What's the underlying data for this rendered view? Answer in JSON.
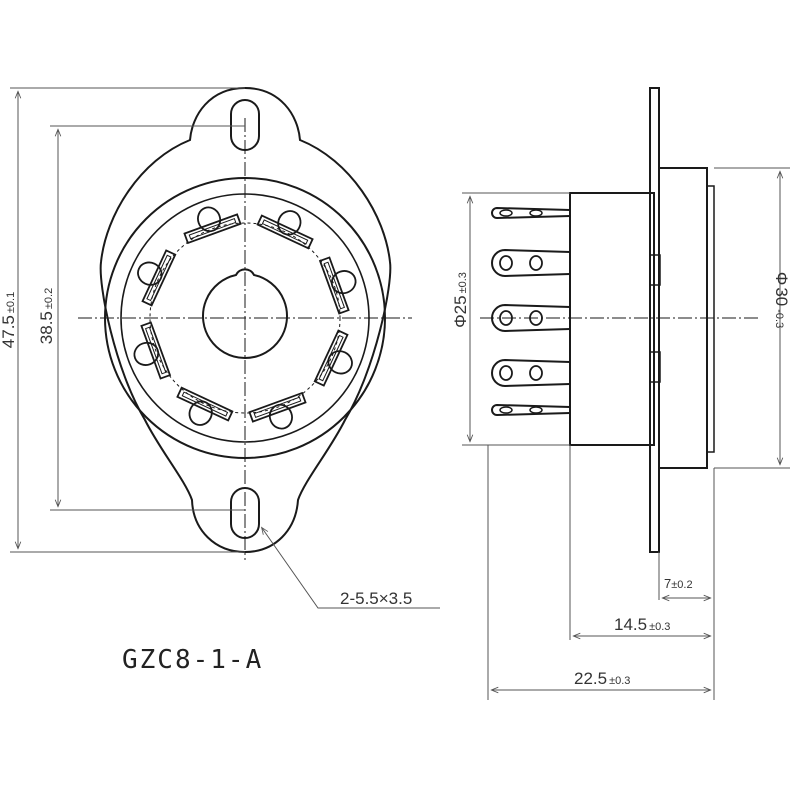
{
  "part_code": "GZC8-1-A",
  "front_view": {
    "overall_height": {
      "value": "47.5",
      "tolerance": "±0.1"
    },
    "mount_spacing": {
      "value": "38.5",
      "tolerance": "±0.2"
    },
    "mounting_holes": "2-5.5×3.5"
  },
  "side_view": {
    "pin_circle_diameter": {
      "symbol": "Φ",
      "value": "25",
      "tolerance": "±0.3"
    },
    "body_diameter": {
      "symbol": "Φ",
      "value": "30",
      "tolerance": "-0.3"
    },
    "depth_front": {
      "value": "7",
      "tolerance": "±0.2"
    },
    "depth_body": {
      "value": "14.5",
      "tolerance": "±0.3"
    },
    "depth_total": {
      "value": "22.5",
      "tolerance": "±0.3"
    }
  },
  "colors": {
    "line": "#1a1a1a",
    "dim_line": "#555555",
    "text": "#333333"
  }
}
